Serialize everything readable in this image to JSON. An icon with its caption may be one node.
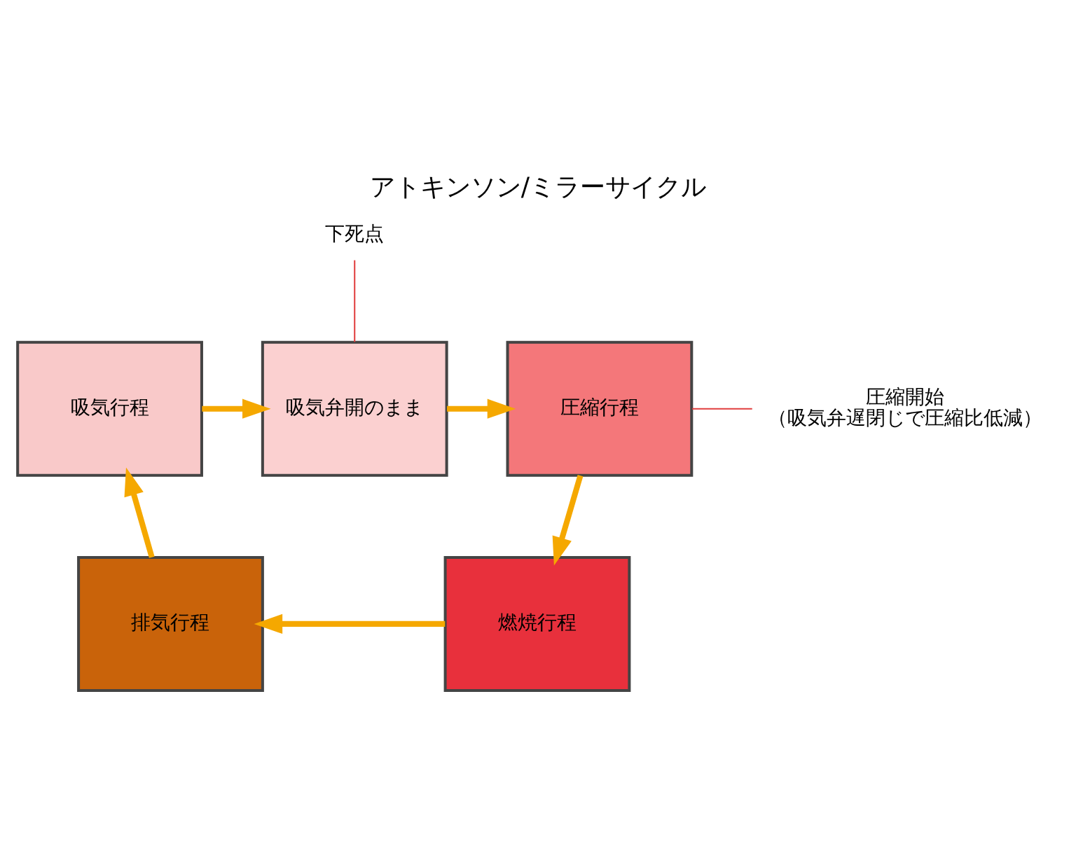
{
  "diagram": {
    "title": "アトキンソン/ミラーサイクル",
    "nodes": [
      {
        "text": [
          "吸気行程"
        ]
      },
      {
        "text": [
          "吸気弁開のまま"
        ]
      },
      {
        "text": [
          "圧縮行程"
        ]
      },
      {
        "text": [
          "燃焼行程"
        ]
      },
      {
        "text": [
          "排気行程"
        ]
      },
      {
        "text": [
          "下死点"
        ]
      },
      {
        "text": [
          "圧縮開始",
          "（吸気弁遅閉じで圧縮比低減）"
        ]
      }
    ],
    "edges": [
      {
        "from": 0,
        "to": 1,
        "arrow": "to"
      },
      {
        "from": 1,
        "to": 2,
        "arrow": "to"
      },
      {
        "from": 2,
        "to": 3,
        "arrow": "to"
      },
      {
        "from": 3,
        "to": 4,
        "arrow": "to"
      },
      {
        "from": 4,
        "to": 0,
        "arrow": "to"
      },
      {
        "from": 5,
        "to": 1,
        "arrow": "none",
        "color": "#e03c3c"
      },
      {
        "from": 6,
        "to": 2,
        "arrow": "none",
        "color": "#e03c3c"
      }
    ]
  }
}
